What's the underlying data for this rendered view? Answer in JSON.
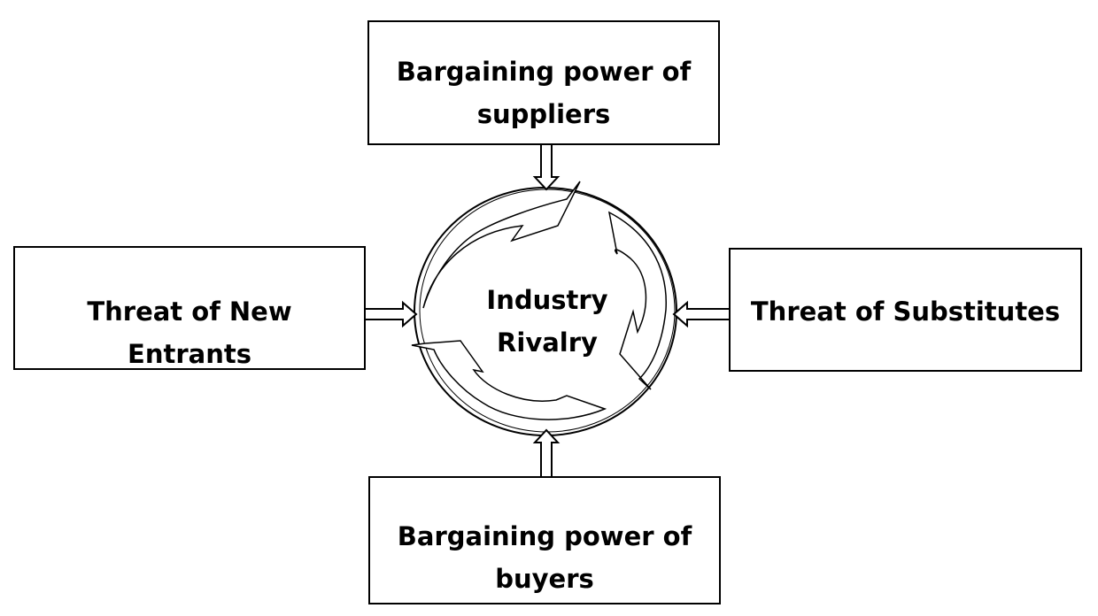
{
  "forces": {
    "suppliers": {
      "line1": "Bargaining power of",
      "line2": "suppliers"
    },
    "new_entrants": {
      "line1": "Threat of New",
      "line2": "Entrants"
    },
    "substitutes": {
      "line1": "Threat of Substitutes"
    },
    "buyers": {
      "line1": "Bargaining power of",
      "line2": "buyers"
    }
  },
  "center": {
    "line1": "Industry",
    "line2": "Rivalry"
  },
  "colors": {
    "stroke": "#000000",
    "fill": "#ffffff"
  }
}
